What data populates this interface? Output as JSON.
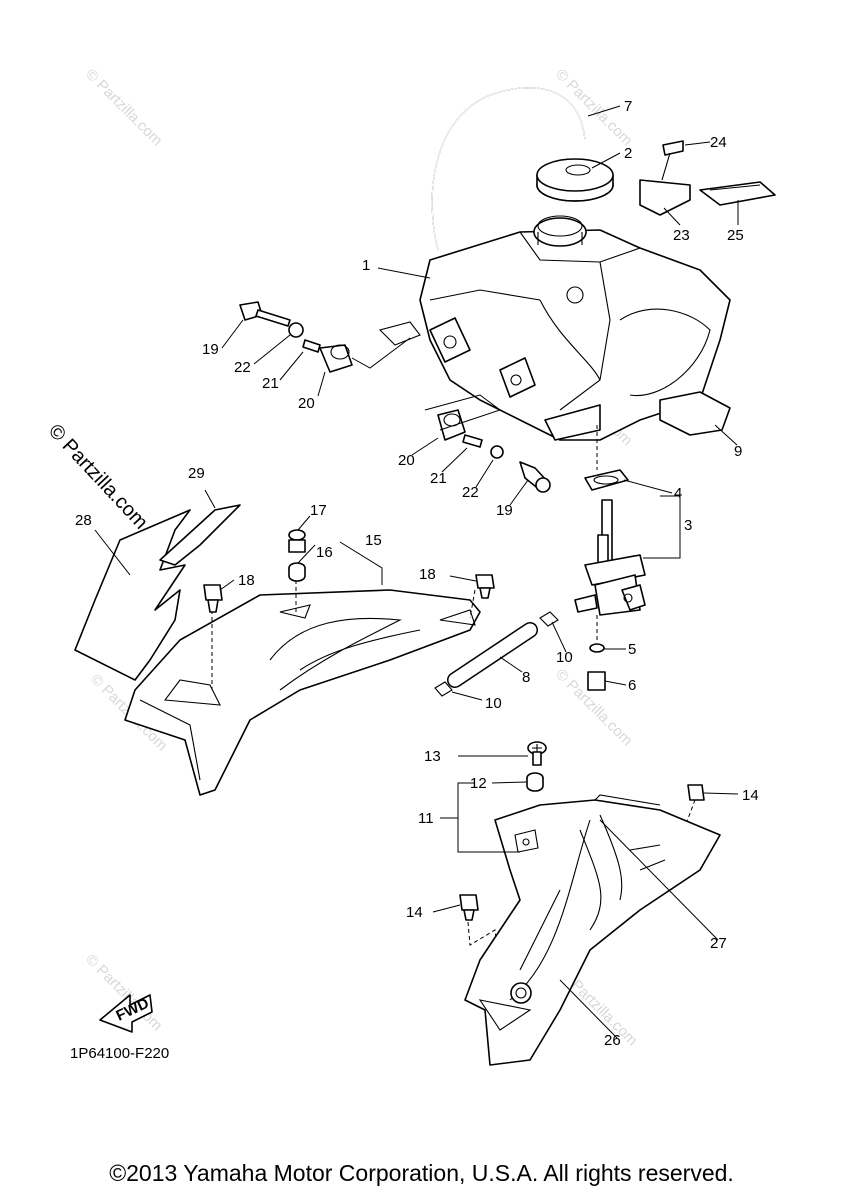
{
  "callouts": {
    "c1": "1",
    "c2": "2",
    "c3": "3",
    "c4": "4",
    "c5": "5",
    "c6": "6",
    "c7": "7",
    "c8": "8",
    "c9": "9",
    "c10a": "10",
    "c10b": "10",
    "c11": "11",
    "c12": "12",
    "c13": "13",
    "c14a": "14",
    "c14b": "14",
    "c15": "15",
    "c16": "16",
    "c17": "17",
    "c18a": "18",
    "c18b": "18",
    "c19a": "19",
    "c19b": "19",
    "c20a": "20",
    "c20b": "20",
    "c21a": "21",
    "c21b": "21",
    "c22a": "22",
    "c22b": "22",
    "c23": "23",
    "c24": "24",
    "c25": "25",
    "c26": "26",
    "c27": "27",
    "c28": "28",
    "c29": "29"
  },
  "fwd_label": "FWD",
  "diagram_code": "1P64100-F220",
  "watermark": "© Partzilla.com",
  "watermark_faint": "© Partzilla.com",
  "footer": "©2013 Yamaha Motor Corporation, U.S.A. All rights reserved."
}
